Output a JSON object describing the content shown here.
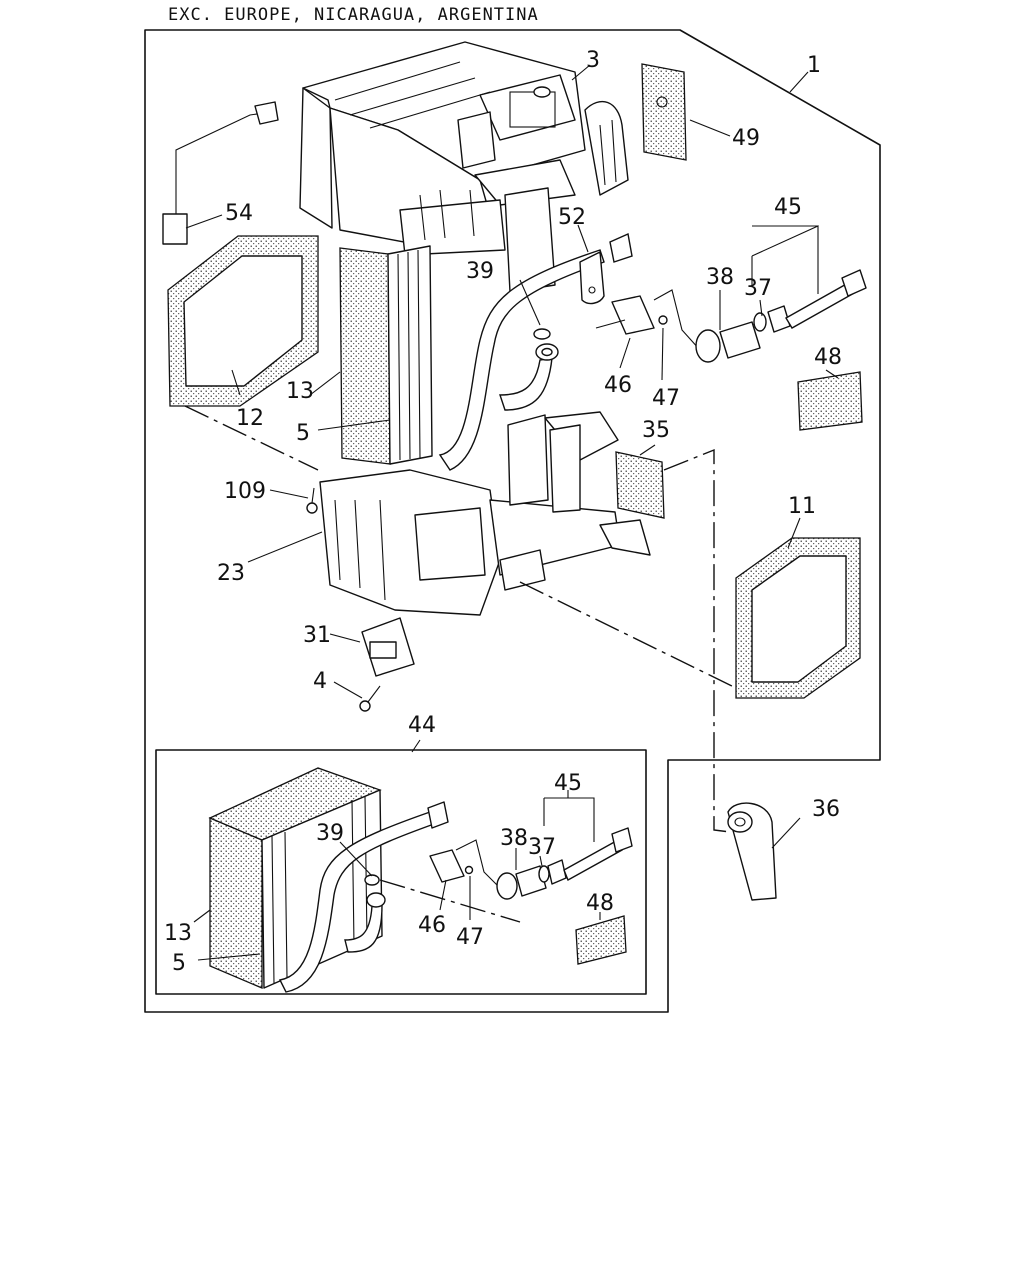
{
  "header": {
    "note": "EXC. EUROPE, NICARAGUA, ARGENTINA"
  },
  "callouts": {
    "c1": "1",
    "c3": "3",
    "c49": "49",
    "c54": "54",
    "c52": "52",
    "c45": "45",
    "c39": "39",
    "c38": "38",
    "c37": "37",
    "c13": "13",
    "c46": "46",
    "c47": "47",
    "c48": "48",
    "c12": "12",
    "c5": "5",
    "c35": "35",
    "c109": "109",
    "c11": "11",
    "c23": "23",
    "c31": "31",
    "c4": "4",
    "inset_c44": "44",
    "inset_c45": "45",
    "inset_c39": "39",
    "inset_c38": "38",
    "inset_c37": "37",
    "inset_c13": "13",
    "inset_c46": "46",
    "inset_c47": "47",
    "inset_c5": "5",
    "inset_c48": "48",
    "c36": "36"
  }
}
